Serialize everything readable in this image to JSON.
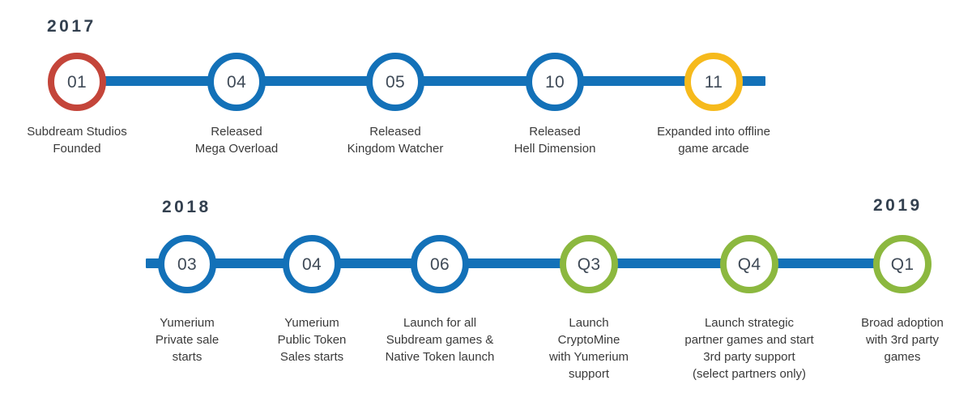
{
  "colors": {
    "blue": "#1371b8",
    "red": "#c4453a",
    "gold": "#f6ba1c",
    "green": "#8cb83f",
    "year_text": "#33404f",
    "caption_text": "#3a3a3a",
    "node_text": "#3f4a57",
    "background": "#ffffff"
  },
  "years": {
    "y2017": "2017",
    "y2018": "2018",
    "y2019": "2019"
  },
  "row1": {
    "milestones": [
      {
        "marker": "01",
        "color": "red",
        "caption_lines": [
          "Subdream Studios",
          "Founded"
        ]
      },
      {
        "marker": "04",
        "color": "blue",
        "caption_lines": [
          "Released",
          "Mega Overload"
        ]
      },
      {
        "marker": "05",
        "color": "blue",
        "caption_lines": [
          "Released",
          "Kingdom Watcher"
        ]
      },
      {
        "marker": "10",
        "color": "blue",
        "caption_lines": [
          "Released",
          "Hell Dimension"
        ]
      },
      {
        "marker": "11",
        "color": "gold",
        "caption_lines": [
          "Expanded into offline",
          "game arcade"
        ]
      }
    ]
  },
  "row2": {
    "milestones": [
      {
        "marker": "03",
        "color": "blue",
        "caption_lines": [
          "Yumerium",
          "Private sale",
          "starts"
        ]
      },
      {
        "marker": "04",
        "color": "blue",
        "caption_lines": [
          "Yumerium",
          "Public Token",
          "Sales starts"
        ]
      },
      {
        "marker": "06",
        "color": "blue",
        "caption_lines": [
          "Launch for all",
          "Subdream games &",
          "Native Token launch"
        ]
      },
      {
        "marker": "Q3",
        "color": "green",
        "caption_lines": [
          "Launch",
          "CryptoMine",
          "with Yumerium",
          "support"
        ]
      },
      {
        "marker": "Q4",
        "color": "green",
        "caption_lines": [
          "Launch strategic",
          "partner games and start",
          "3rd party support",
          "(select partners only)"
        ]
      },
      {
        "marker": "Q1",
        "color": "green",
        "caption_lines": [
          "Broad adoption",
          "with 3rd party",
          "games"
        ]
      }
    ]
  }
}
